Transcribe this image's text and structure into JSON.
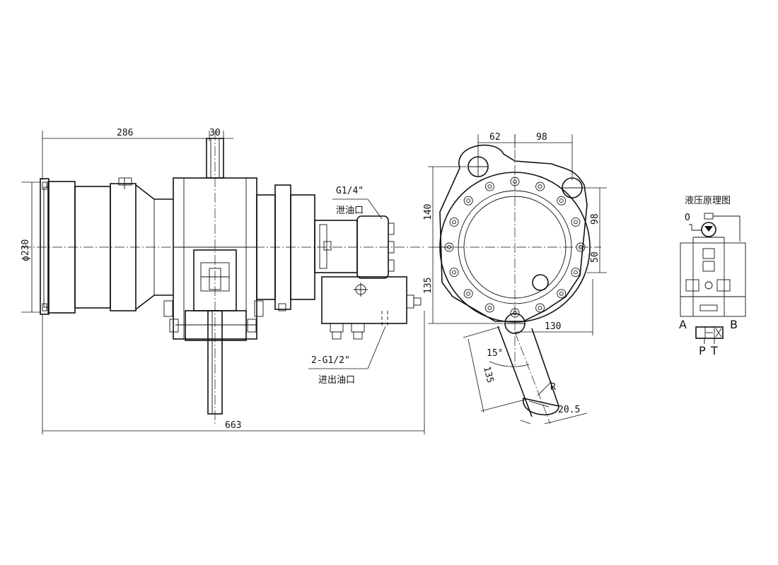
{
  "dimensions": {
    "d286": "286",
    "d30": "30",
    "d663": "663",
    "d230": "ϕ230",
    "d62": "62",
    "d98_top": "98",
    "d140": "140",
    "d98_right": "98",
    "d50": "50",
    "d135_left": "135",
    "d130": "130",
    "d15deg": "15°",
    "d135_arm": "135",
    "dR": "R",
    "d20_5": "20.5"
  },
  "labels": {
    "port_g14": "G1/4\"",
    "port_drain": "泄油口",
    "port_g12": "2-G1/2\"",
    "port_inout": "进出油口"
  },
  "schematic": {
    "title": "液压原理图",
    "port_a": "A",
    "port_b": "B",
    "port_p": "P",
    "port_t": "T",
    "port_o": "O"
  }
}
